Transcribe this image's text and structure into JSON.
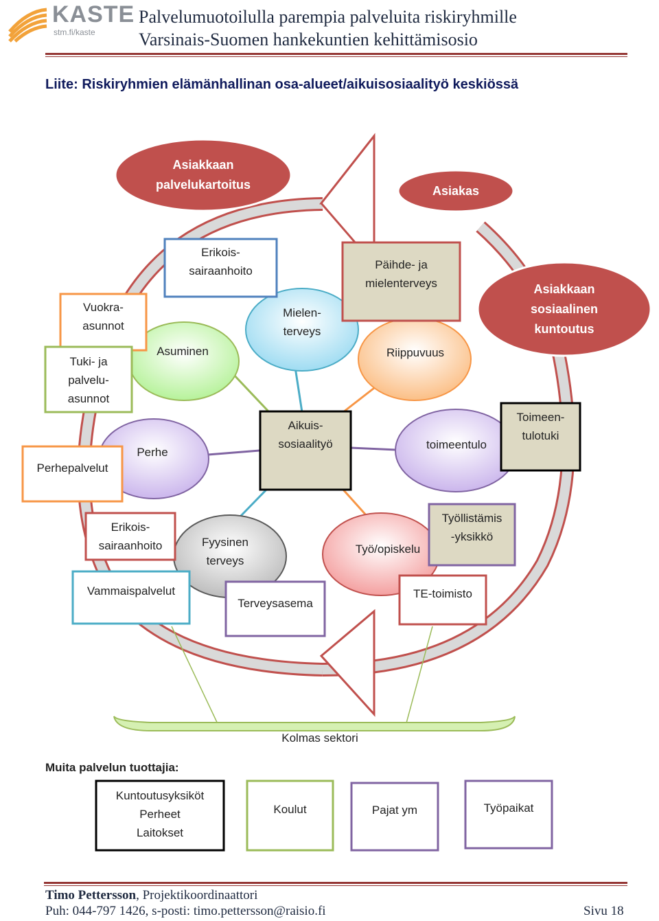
{
  "header": {
    "logo_word": "KASTE",
    "logo_url_text": "stm.fi/kaste",
    "title_line1": "Palvelumuotoilulla parempia palveluita riskiryhmille",
    "title_line2": "Varsinais-Suomen hankekuntien kehittämisosio",
    "rule_color": "#943634"
  },
  "heading": "Liite: Riskiryhmien elämänhallinan osa-alueet/aikuisosiaalityö keskiössä",
  "diagram": {
    "top_ellipse_left": "Asiakkaan\npalvelukartoitus",
    "top_ellipse_right": "Asiakas",
    "right_ellipse": "Asiakkaan\nsosiaalinen\nkuntoutus",
    "center_box": "Aikuis-\nsosiaalityö",
    "circles": {
      "asuminen": "Asuminen",
      "mielenterveys": "Mielen-\nterveys",
      "riippuvuus": "Riippuvuus",
      "perhe": "Perhe",
      "toimeentulo": "toimeentulo",
      "fyysinen": "Fyysinen\nterveys",
      "tyo": "Työ/opiskelu"
    },
    "boxes": {
      "erikois_top": "Erikois-\nsairaanhoito",
      "paihde": "Päihde- ja\nmielenterveys",
      "vuokra": "Vuokra-\nasunnot",
      "tuki": "Tuki- ja\npalvelu-\nasunnot",
      "perhepalvelut": "Perhepalvelut",
      "toimeentulotuki": "Toimeen-\ntulotuki",
      "erikois_bottom": "Erikois-\nsairaanhoito",
      "vammais": "Vammaispalvelut",
      "terveysasema": "Terveysasema",
      "tyollistamis": "Työllistämis\n-yksikkö",
      "te": "TE-toimisto"
    },
    "third_sector": "Kolmas sektori"
  },
  "other_providers": {
    "label": "Muita palvelun tuottajia:",
    "boxes": [
      "Kuntoutusyksiköt\nPerheet\nLaitokset",
      "Koulut",
      "Pajat ym",
      "Työpaikat"
    ]
  },
  "footer": {
    "name": "Timo Pettersson",
    "role": ", Projektikoordinaattori",
    "contact": "Puh: 044-797 1426, s-posti: timo.pettersson@raisio.fi",
    "page": "Sivu 18"
  },
  "colors": {
    "red": "#c0504d",
    "dark_red": "#943634",
    "blue": "#4f81bd",
    "green": "#9bbb59",
    "orange": "#f79646",
    "purple": "#8064a2",
    "teal": "#4bacc6",
    "tan": "#ddd9c3",
    "black": "#000000"
  }
}
